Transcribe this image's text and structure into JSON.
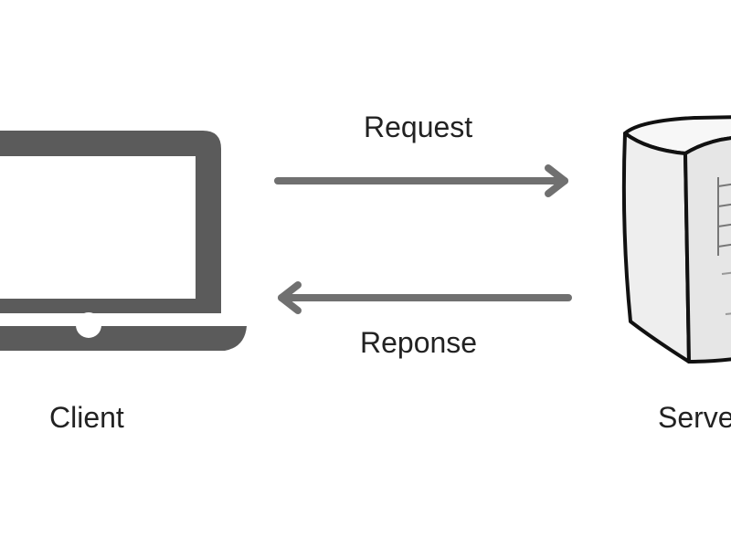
{
  "labels": {
    "request": "Request",
    "response": "Reponse",
    "client": "Client",
    "server": "Serve"
  },
  "icons": {
    "client": "laptop-icon",
    "server": "server-tower-icon"
  },
  "colors": {
    "laptop": "#5b5b5b",
    "arrow": "#707070",
    "server_outline": "#111111",
    "server_fill": "#f2f2f2",
    "text": "#222222",
    "background": "#ffffff"
  }
}
